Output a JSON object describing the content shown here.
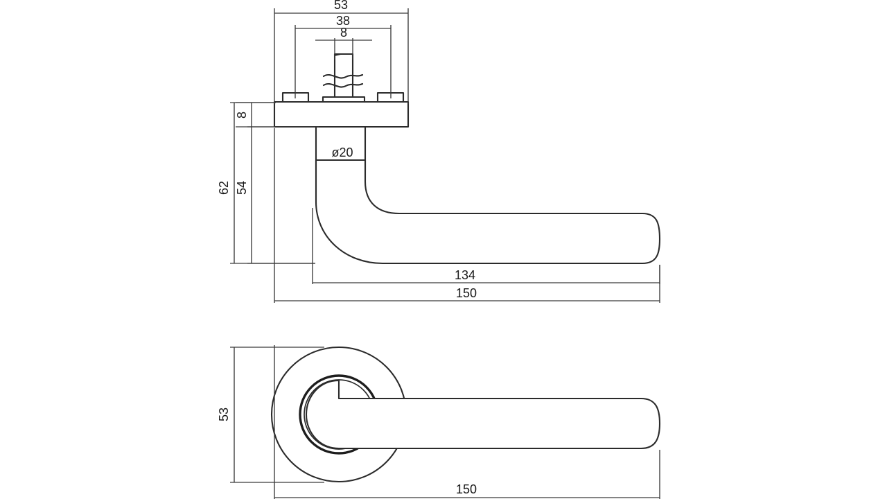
{
  "drawing": {
    "title": "Door handle on rosette — technical dimension drawing",
    "units": "mm",
    "line_color": "#2b2b2b",
    "dim_color": "#3a3a3a",
    "background_color": "#ffffff",
    "views": [
      {
        "name": "side-elevation",
        "description": "Side elevation of lever handle with rosette and spindle"
      },
      {
        "name": "plan-view",
        "description": "Plan view of lever handle showing round rosette"
      }
    ]
  },
  "dimensions": {
    "rosette_width": "53",
    "screw_centres": "38",
    "spindle_width": "8",
    "rosette_thickness": "8",
    "total_height": "62",
    "neck_height": "54",
    "neck_diameter": "ø20",
    "lever_inner_length": "134",
    "lever_total_length": "150",
    "plan_rosette_diameter": "53",
    "plan_total_length": "150"
  },
  "labels": {
    "top_53": "53",
    "top_38": "38",
    "top_8": "8",
    "left_8": "8",
    "left_62": "62",
    "left_54": "54",
    "neck_dia": "ø20",
    "bottom_134": "134",
    "bottom_150": "150",
    "plan_53": "53",
    "plan_150": "150"
  }
}
